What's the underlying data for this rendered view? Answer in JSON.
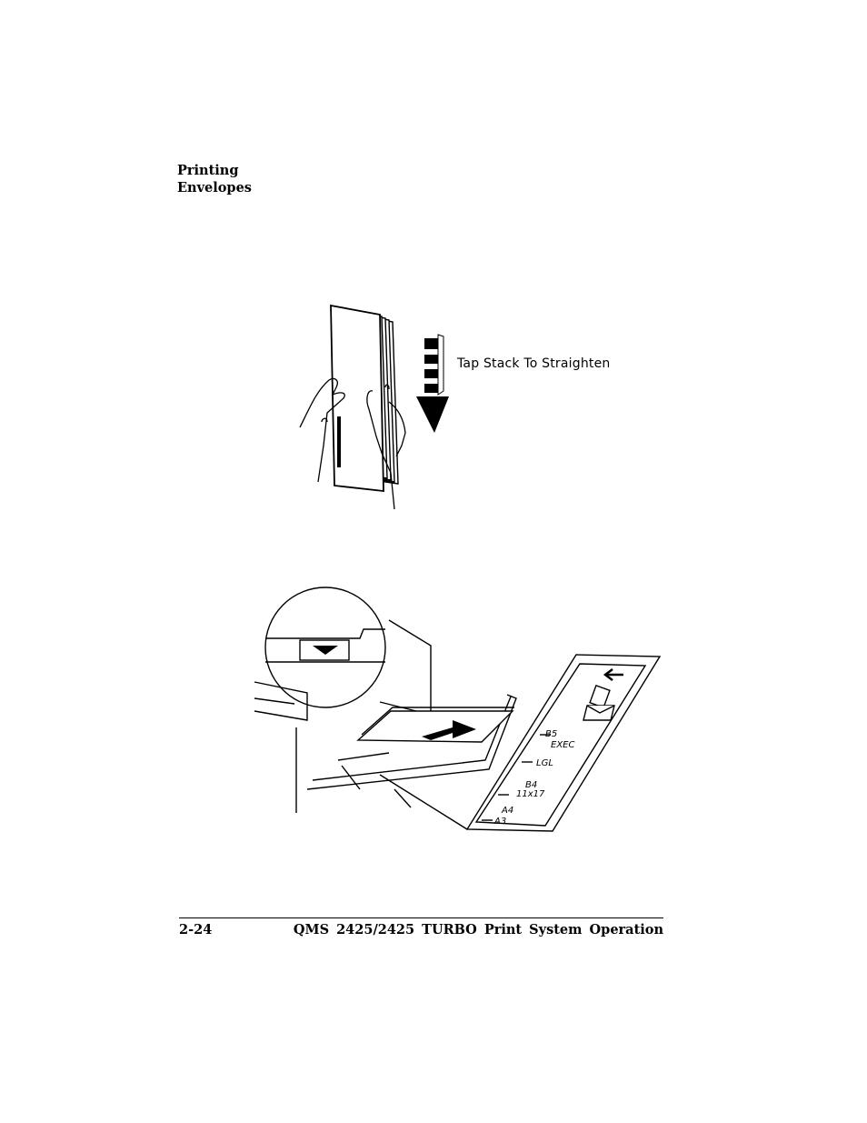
{
  "section": {
    "title_line1": "Printing",
    "title_line2": "Envelopes"
  },
  "figure1": {
    "caption": "Tap Stack To Straighten"
  },
  "figure2": {
    "guide_labels": [
      "B5",
      "EXEC",
      "LGL",
      "B4",
      "11x17",
      "A4",
      "A3"
    ],
    "icons": [
      "left-arrow-icon",
      "document-icon",
      "envelope-icon",
      "down-triangle-icon"
    ]
  },
  "footer": {
    "page_number": "2-24",
    "running_title": "QMS 2425/2425 TURBO Print System Operation"
  }
}
